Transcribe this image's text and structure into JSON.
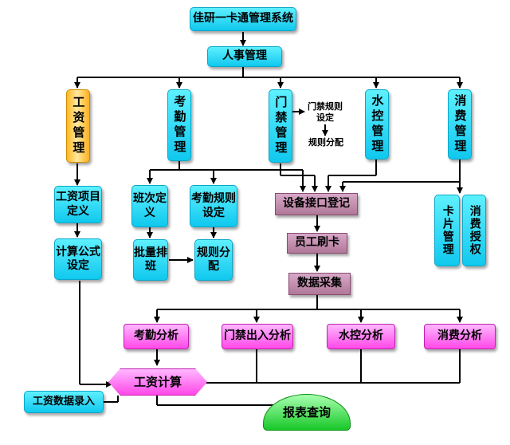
{
  "nodes": {
    "system": "佳研一卡通管理系统",
    "hr": "人事管理",
    "payroll": "工资管理",
    "attendance": "考勤管理",
    "access": "门禁管理",
    "access_rule": "门禁规则设定",
    "rule_assign_a": "规则分配",
    "water": "水控管理",
    "consume": "消费管理",
    "pay_item": "工资项目定义",
    "formula": "计算公式设定",
    "shift": "班次定义",
    "att_rule": "考勤规则设定",
    "batch": "批量排班",
    "rule_assign_b": "规则分配",
    "device": "设备接口登记",
    "swipe": "员工刷卡",
    "collect": "数据采集",
    "card": "卡片管理",
    "auth": "消费授权",
    "att_analysis": "考勤分析",
    "access_analysis": "门禁出入分析",
    "water_analysis": "水控分析",
    "consume_analysis": "消费分析",
    "pay_calc": "工资计算",
    "pay_input": "工资数据录入",
    "report": "报表查询"
  }
}
